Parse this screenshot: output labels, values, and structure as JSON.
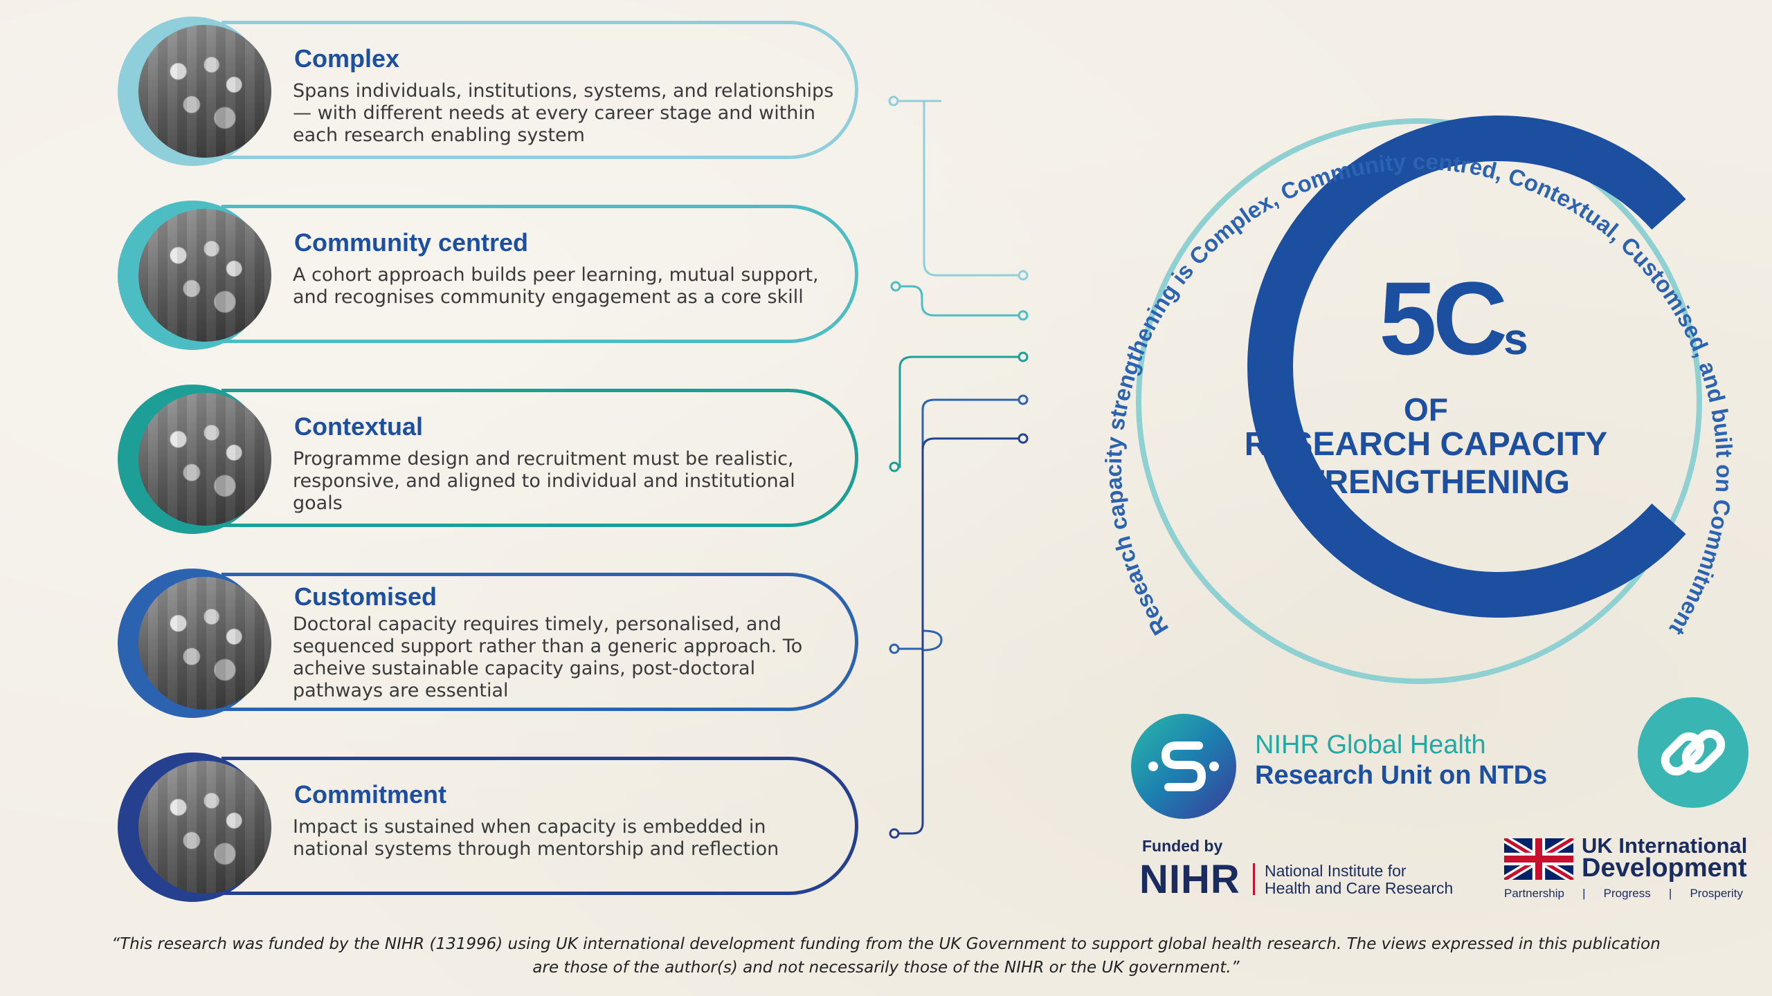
{
  "colors": {
    "complex": "#8fcfdc",
    "community": "#4dbdc4",
    "contextual": "#1d9e96",
    "customised": "#2c63b0",
    "commitment": "#24408f",
    "brand_blue": "#1d4fa0",
    "ring": "#8fd0d2"
  },
  "cards": [
    {
      "id": "complex",
      "title": "Complex",
      "body": "Spans individuals, institutions, systems, and relationships — with different needs at every career stage and within each research enabling system",
      "color": "#8fcfdc"
    },
    {
      "id": "community",
      "title": "Community centred",
      "body": "A cohort approach builds peer learning, mutual support, and recognises community engagement as a core skill",
      "color": "#4dbdc4"
    },
    {
      "id": "contextual",
      "title": "Contextual",
      "body": "Programme design and recruitment must be realistic, responsive, and aligned to individual and institutional goals",
      "color": "#1d9e96"
    },
    {
      "id": "customised",
      "title": "Customised",
      "body": "Doctoral capacity requires timely, personalised, and sequenced support rather than a generic approach. To acheive sustainable capacity gains, post-doctoral pathways are essential",
      "color": "#2c63b0"
    },
    {
      "id": "commitment",
      "title": "Commitment",
      "body": "Impact is sustained when capacity is embedded in national systems through mentorship and reflection",
      "color": "#24408f"
    }
  ],
  "emblem": {
    "curved_text": "Research capacity strengthening is Complex, Community centred, Contextual, Customised, and built on Commitment",
    "title_main": "5C",
    "title_suffix": "s",
    "title_of": "OF",
    "title_line1": "RESEARCH CAPACITY",
    "title_line2": "STRENGTHENING"
  },
  "nihr_unit": {
    "line1": "NIHR Global Health",
    "line2": "Research Unit on NTDs"
  },
  "link_button": {
    "icon": "link-icon"
  },
  "funding": {
    "funded_by": "Funded by",
    "nihr": "NIHR",
    "nihr_full_line1": "National Institute for",
    "nihr_full_line2": "Health and Care Research"
  },
  "uk_id": {
    "line1": "UK International",
    "line2": "Development",
    "tagline": [
      "Partnership",
      "|",
      "Progress",
      "|",
      "Prosperity"
    ]
  },
  "disclaimer": "“This research was funded by the NIHR (131996) using UK international development funding from the UK Government to support global health research. The views expressed in this publication are those of the author(s) and not necessarily those of the NIHR or the UK government.”"
}
